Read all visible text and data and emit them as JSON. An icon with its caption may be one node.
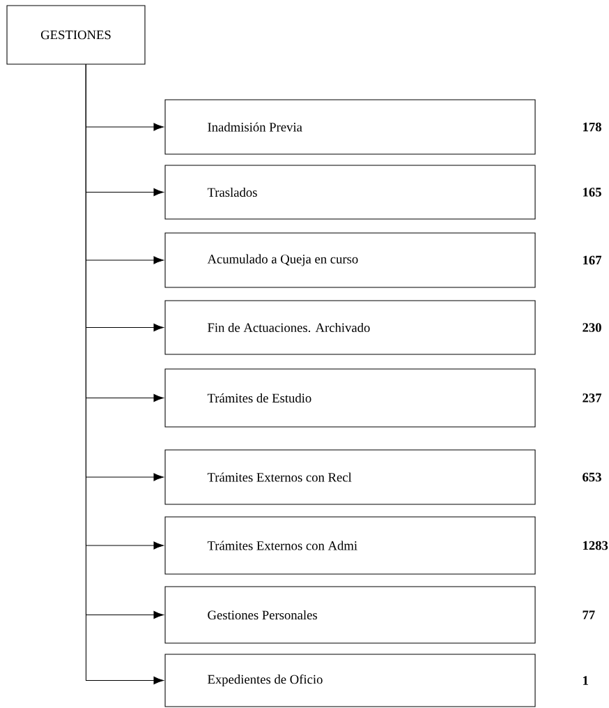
{
  "diagram": {
    "nodes": [
      {
        "text": [
          "GESTIONES"
        ]
      },
      {
        "text": [
          "Inadmisión Previa"
        ],
        "beside": [
          "178"
        ]
      },
      {
        "text": [
          "Traslados"
        ],
        "beside": [
          "165"
        ]
      },
      {
        "text": [
          "Acumulado a Queja en curso"
        ],
        "beside": [
          "167"
        ]
      },
      {
        "text": [
          "Fin de Actuaciones. Archivado"
        ],
        "beside": [
          "230"
        ]
      },
      {
        "text": [
          "Trámites de Estudio"
        ],
        "beside": [
          "237"
        ]
      },
      {
        "text": [
          "Trámites Externos con Recl"
        ],
        "beside": [
          "653"
        ]
      },
      {
        "text": [
          "Trámites Externos con Admi"
        ],
        "beside": [
          "1283"
        ]
      },
      {
        "text": [
          "Gestiones Personales"
        ],
        "beside": [
          "77"
        ]
      },
      {
        "text": [
          "Expedientes de Oficio"
        ],
        "beside": [
          "1"
        ]
      }
    ],
    "edges": [
      {
        "from": 0,
        "to": 1,
        "arrow": "to"
      },
      {
        "from": 0,
        "to": 2,
        "arrow": "to"
      },
      {
        "from": 0,
        "to": 3,
        "arrow": "to"
      },
      {
        "from": 0,
        "to": 4,
        "arrow": "to"
      },
      {
        "from": 0,
        "to": 5,
        "arrow": "to"
      },
      {
        "from": 0,
        "to": 6,
        "arrow": "to"
      },
      {
        "from": 0,
        "to": 7,
        "arrow": "to"
      },
      {
        "from": 0,
        "to": 8,
        "arrow": "to"
      },
      {
        "from": 0,
        "to": 9,
        "arrow": "to"
      }
    ]
  }
}
